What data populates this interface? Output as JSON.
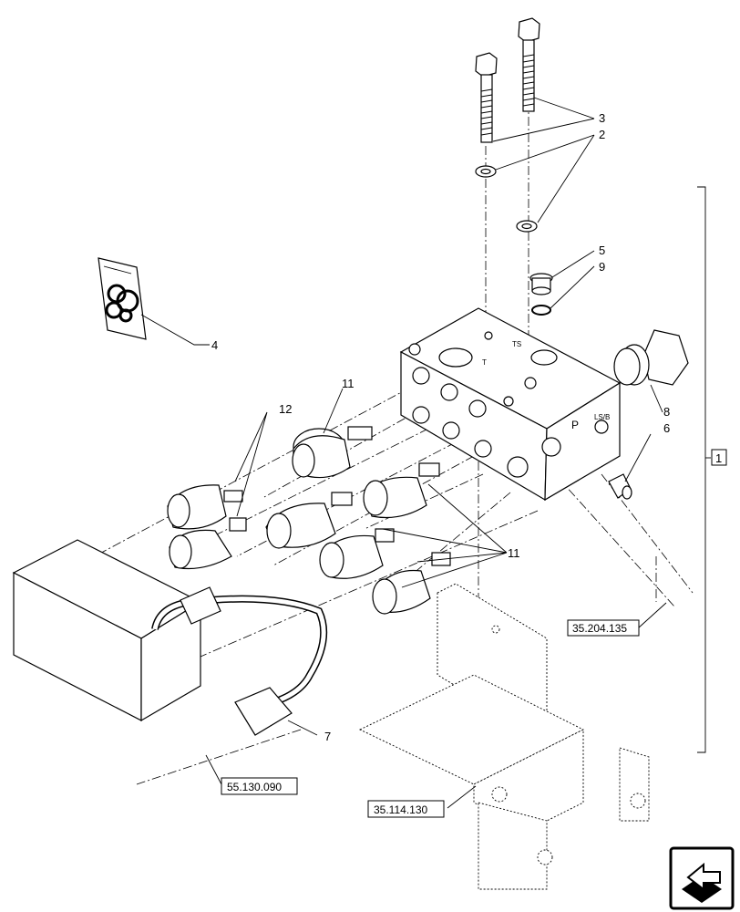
{
  "callouts": {
    "c1": "1",
    "c2": "2",
    "c3": "3",
    "c4": "4",
    "c5": "5",
    "c6": "6",
    "c7": "7",
    "c8": "8",
    "c9": "9",
    "c11a": "11",
    "c11b": "11",
    "c12": "12"
  },
  "refs": {
    "r1": "35.204.135",
    "r2": "55.130.090",
    "r3": "35.114.130"
  },
  "block_marks": {
    "p": "P",
    "ls": "LS/B",
    "t": "T",
    "ts": "TS"
  },
  "icons": {
    "nav": "next-page-arrow-icon"
  }
}
